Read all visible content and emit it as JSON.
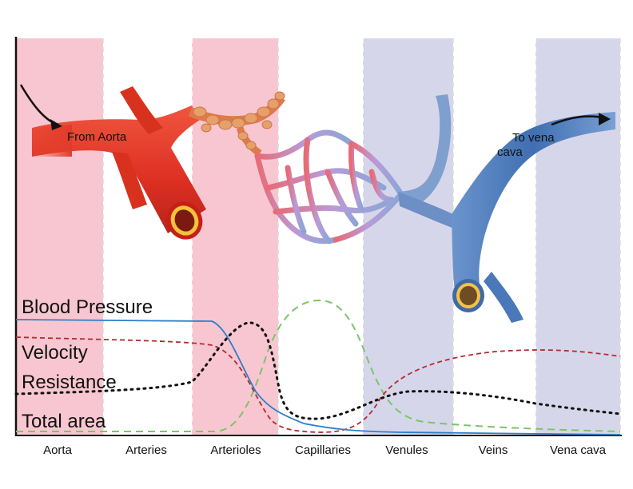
{
  "segments": [
    {
      "label": "Aorta",
      "band": "pink"
    },
    {
      "label": "Arteries",
      "band": "none"
    },
    {
      "label": "Arterioles",
      "band": "pink"
    },
    {
      "label": "Capillaries",
      "band": "none"
    },
    {
      "label": "Venules",
      "band": "lavender"
    },
    {
      "label": "Veins",
      "band": "none"
    },
    {
      "label": "Vena cava",
      "band": "lavender"
    }
  ],
  "curve_labels": {
    "blood_pressure": "Blood Pressure",
    "velocity": "Velocity",
    "resistance": "Resistance",
    "total_area": "Total area"
  },
  "annotations": {
    "from_aorta": "From Aorta",
    "to_vena_cava_line1": "To vena",
    "to_vena_cava_line2": "cava"
  },
  "colors": {
    "pink_band": "#f8c6d0",
    "lavender_band": "#d6d6ea",
    "artery_red": "#e23b2a",
    "vein_blue": "#4a78b8",
    "capillary_purple": "#b89ad6",
    "blood_pressure_line": "#2f7fc8",
    "velocity_line": "#b52a32",
    "resistance_line": "#111111",
    "total_area_line": "#7cc46a"
  }
}
